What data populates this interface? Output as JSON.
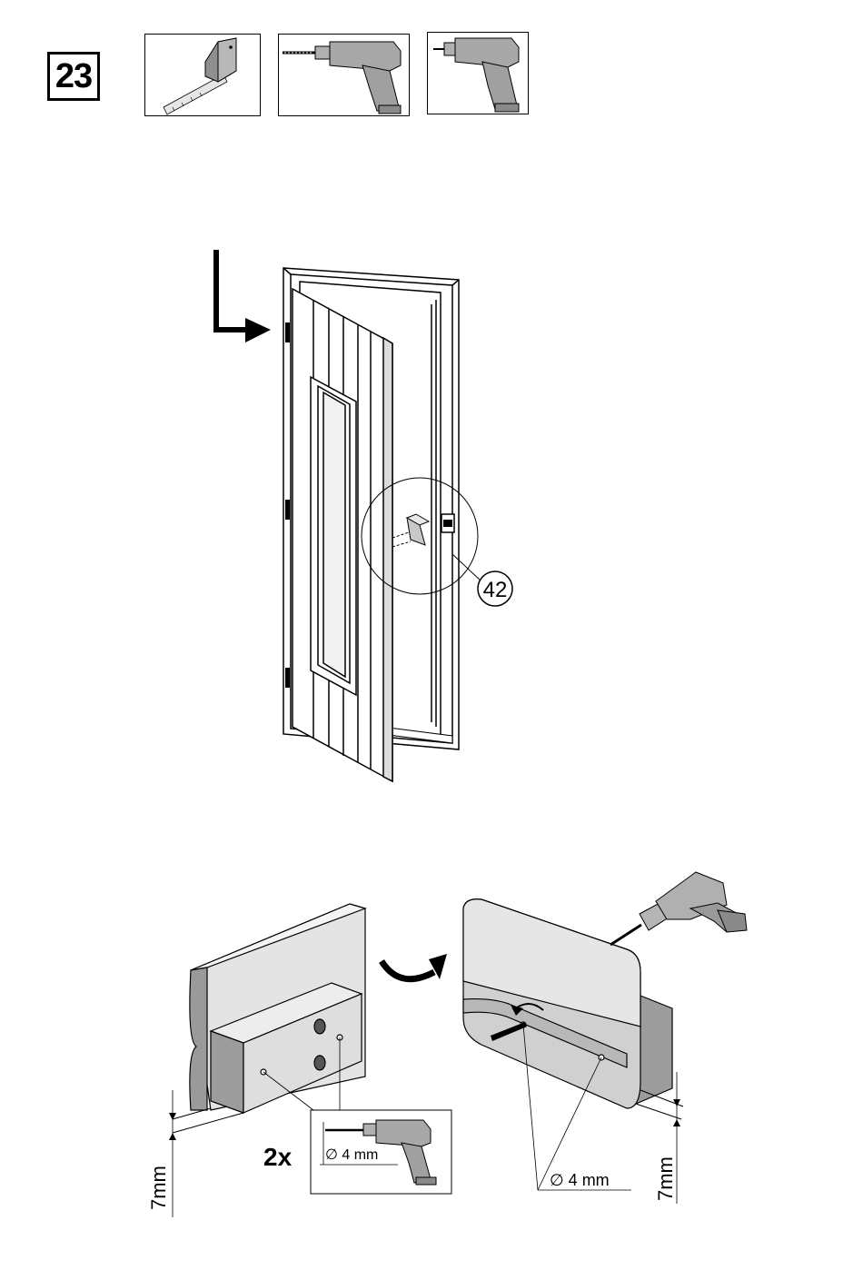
{
  "step": {
    "number": "23"
  },
  "tools": [
    {
      "name": "tape-measure-icon"
    },
    {
      "name": "drill-with-bit-icon"
    },
    {
      "name": "screwdriver-drill-icon"
    }
  ],
  "callout": {
    "part_number": "42"
  },
  "detail": {
    "quantity": "2x",
    "hole_diameter_left": "∅ 4 mm",
    "hole_diameter_right": "∅ 4 mm",
    "offset_left": "7mm",
    "offset_right": "7mm"
  },
  "colors": {
    "ink": "#000000",
    "gray_dark": "#8a8a8a",
    "gray_mid": "#b5b5b5",
    "gray_light": "#dcdcdc"
  }
}
